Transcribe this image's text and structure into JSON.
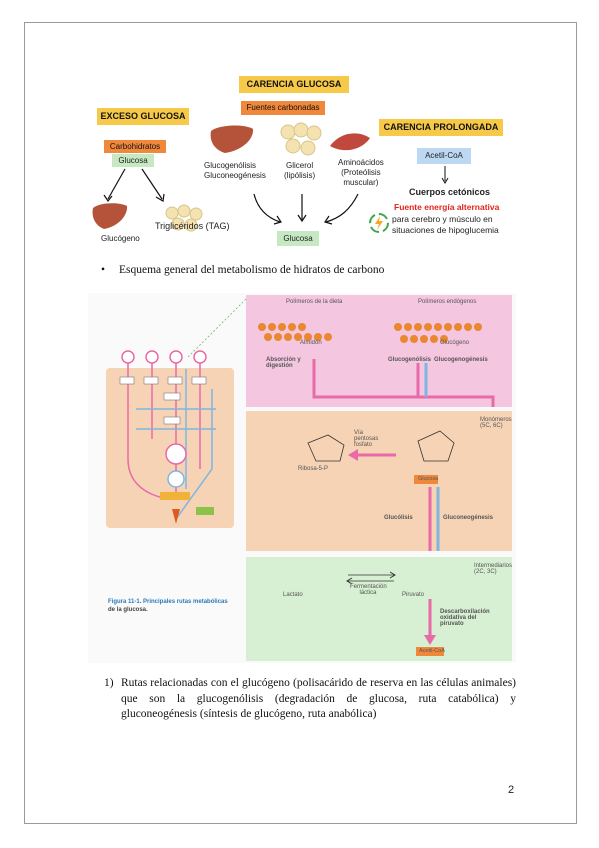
{
  "diagram1": {
    "title_center": "CARENCIA GLUCOSA",
    "fuentes": "Fuentes carbonadas",
    "exceso": "EXCESO GLUCOSA",
    "prolongada": "CARENCIA PROLONGADA",
    "carbohidratos_line1": "Carbohidratos",
    "carbohidratos_line2": "Glucosa",
    "glucogeno": "Glucógeno",
    "trigliceridos": "Triglicéridos (TAG)",
    "glucogenolisis_line1": "Glucogenólisis",
    "glucogenolisis_line2": "Gluconeogénesis",
    "glicerol_line1": "Glicerol",
    "glicerol_line2": "(lipólisis)",
    "aminoacidos_line1": "Aminoácidos",
    "aminoacidos_line2": "(Proteólisis",
    "aminoacidos_line3": "muscular)",
    "glucosa": "Glucosa",
    "acetil": "Acetil-CoA",
    "cuerpos": "Cuerpos cetónicos",
    "fuente_alt": "Fuente energía alternativa",
    "fuente_desc_line1": "para cerebro y músculo en",
    "fuente_desc_line2": "situaciones de hipoglucemia"
  },
  "bullet": "Esquema general del metabolismo de hidratos de carbono",
  "figure": {
    "polimeros_dieta": "Polímeros de la dieta",
    "polimeros_endogenos": "Polímeros endógenos",
    "almidon": "Almidón",
    "glucogeno": "Glucógeno",
    "absorcion": "Absorción y digestión",
    "glucogenolisis": "Glucogenólisis",
    "glucogenogenesis": "Glucogenogénesis",
    "monomeros": "Monómeros (5C, 6C)",
    "via_pentosas": "Vía pentosas fosfato",
    "ribosa": "Ribosa-5-P",
    "glucosa": "Glucosa",
    "glucolisis": "Glucólisis",
    "gluconeogenesis": "Gluconeogénesis",
    "intermediarios": "Intermediarios (2C, 3C)",
    "lactato": "Lactato",
    "piruvato": "Piruvato",
    "fermentacion": "Fermentación láctica",
    "descarboxilacion": "Descarboxilación oxidativa del piruvato",
    "acetil": "Acetil-CoA",
    "caption_bold": "Figura 11-1. Principales rutas metabólicas",
    "caption_line2": "de la glucosa."
  },
  "paragraph": {
    "number": "1)",
    "text": "Rutas relacionadas con el glucógeno (polisacárido de reserva en las células animales) que son la glucogenólisis (degradación de glucosa, ruta catabólica) y gluconeogénesis (síntesis de glucógeno, ruta anabólica)"
  },
  "page_number": "2",
  "colors": {
    "yellow": "#f7c948",
    "orange": "#f0883b",
    "pink_panel": "#f4c6e0",
    "peach_panel": "#f7d3b5",
    "green_panel": "#d7efd2",
    "arrow_pink": "#e86aa8",
    "arrow_blue": "#7fb6e0"
  }
}
